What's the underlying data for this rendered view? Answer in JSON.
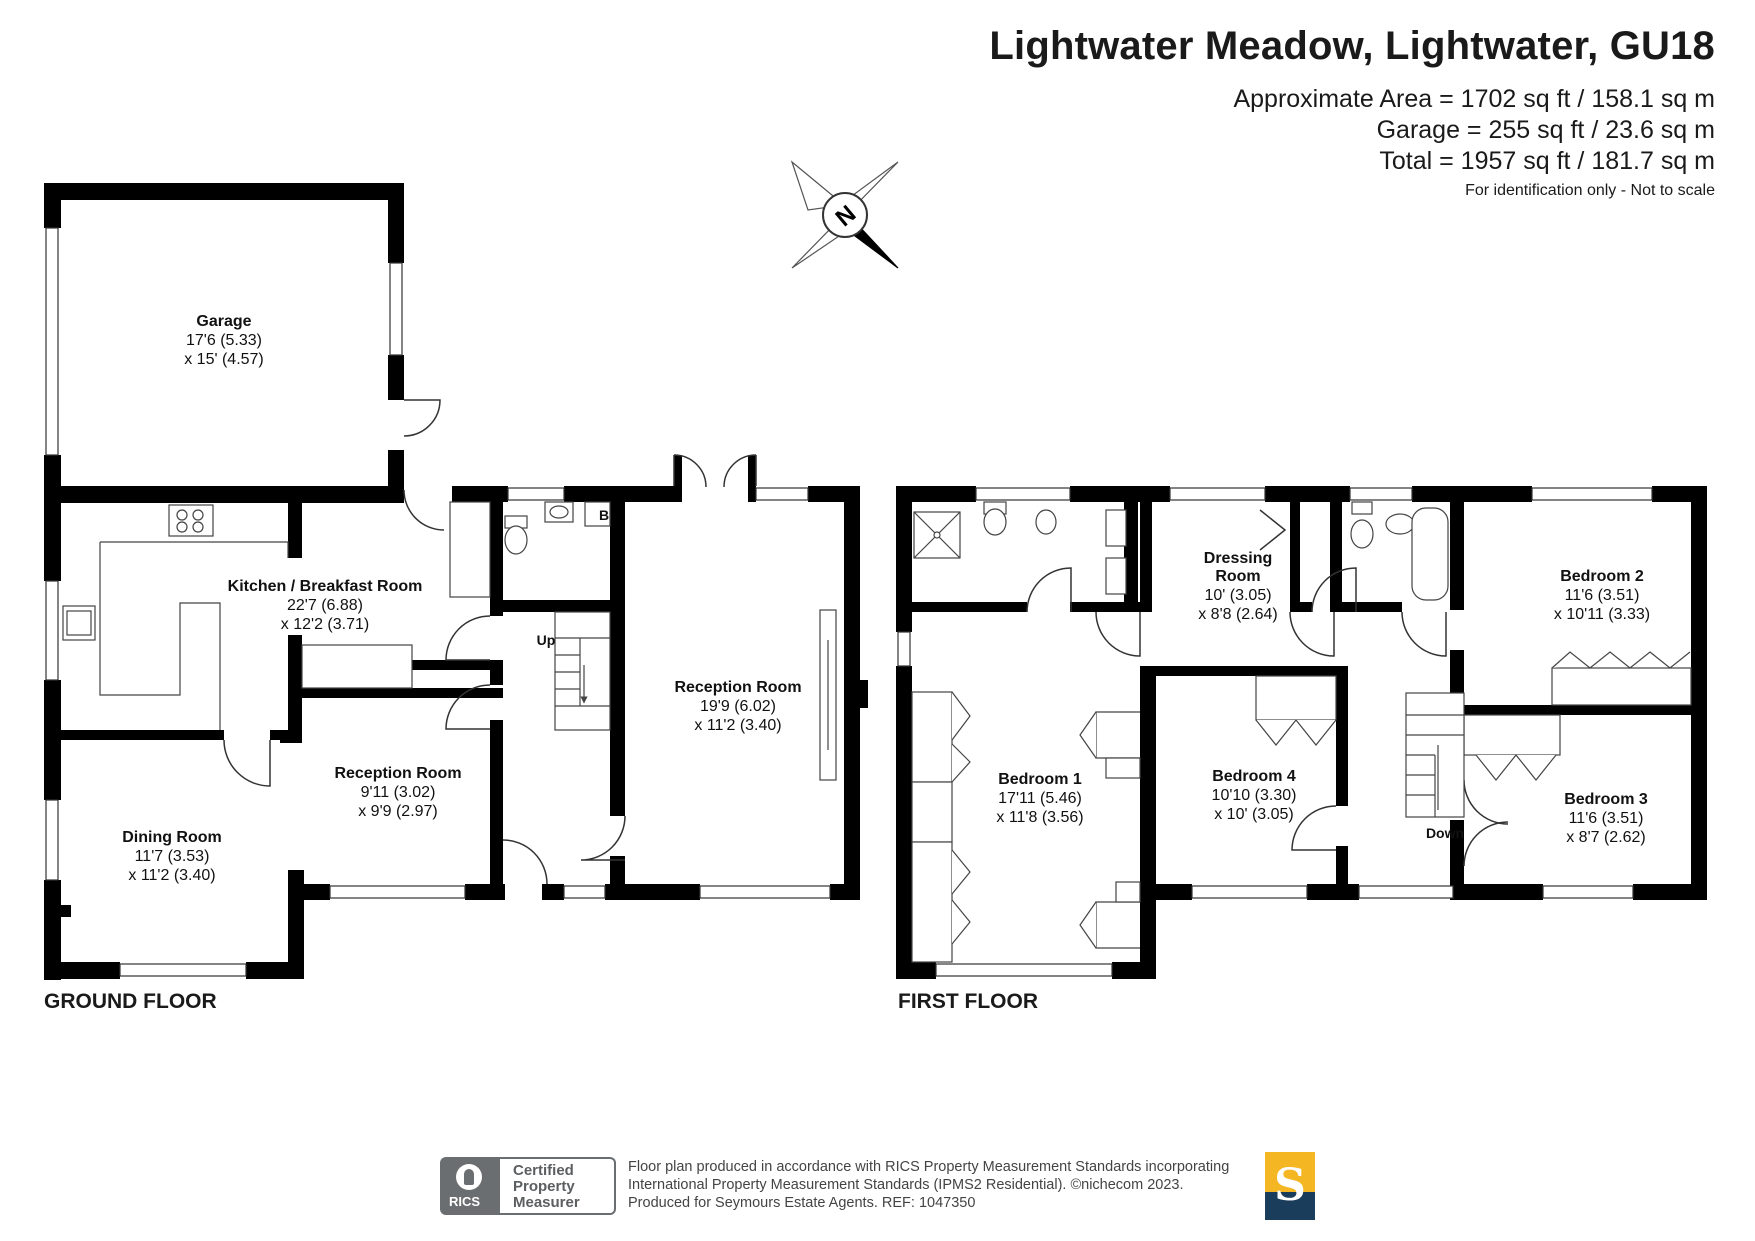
{
  "header": {
    "title": "Lightwater Meadow, Lightwater, GU18",
    "approx_area": "Approximate Area = 1702 sq ft / 158.1 sq m",
    "garage_area": "Garage = 255 sq ft / 23.6 sq m",
    "total_area": "Total = 1957 sq ft / 181.7 sq m",
    "disclaimer": "For identification only - Not to scale"
  },
  "compass": {
    "label": "N",
    "icon": "north-compass-icon"
  },
  "ground_floor": {
    "label": "GROUND FLOOR",
    "rooms": {
      "garage": {
        "name": "Garage",
        "dim1": "17'6 (5.33)",
        "dim2": "x 15' (4.57)"
      },
      "kitchen": {
        "name": "Kitchen / Breakfast Room",
        "dim1": "22'7 (6.88)",
        "dim2": "x 12'2 (3.71)"
      },
      "reception_large": {
        "name": "Reception Room",
        "dim1": "19'9 (6.02)",
        "dim2": "x 11'2 (3.40)"
      },
      "reception_small": {
        "name": "Reception Room",
        "dim1": "9'11 (3.02)",
        "dim2": "x 9'9 (2.97)"
      },
      "dining": {
        "name": "Dining Room",
        "dim1": "11'7 (3.53)",
        "dim2": "x 11'2 (3.40)"
      }
    },
    "stairs_label": "Up",
    "boiler_label": "B"
  },
  "first_floor": {
    "label": "FIRST FLOOR",
    "rooms": {
      "bedroom1": {
        "name": "Bedroom 1",
        "dim1": "17'11 (5.46)",
        "dim2": "x 11'8 (3.56)"
      },
      "dressing": {
        "name1": "Dressing",
        "name2": "Room",
        "dim1": "10' (3.05)",
        "dim2": "x 8'8 (2.64)"
      },
      "bedroom2": {
        "name": "Bedroom 2",
        "dim1": "11'6 (3.51)",
        "dim2": "x 10'11 (3.33)"
      },
      "bedroom3": {
        "name": "Bedroom 3",
        "dim1": "11'6 (3.51)",
        "dim2": "x 8'7 (2.62)"
      },
      "bedroom4": {
        "name": "Bedroom 4",
        "dim1": "10'10 (3.30)",
        "dim2": "x 10' (3.05)"
      }
    },
    "stairs_label": "Down"
  },
  "footer": {
    "rics_badge": {
      "org": "RICS",
      "line1": "Certified",
      "line2": "Property",
      "line3": "Measurer"
    },
    "line1": "Floor plan produced in accordance with RICS Property Measurement Standards incorporating",
    "line2": "International Property Measurement Standards (IPMS2 Residential).   ©nichecom 2023.",
    "line3": "Produced for Seymours Estate Agents.   REF:  1047350",
    "agent_logo_letter": "S",
    "colors": {
      "wall": "#000000",
      "rics_grey": "#6b6e70",
      "logo_yellow": "#f4b623",
      "logo_navy": "#1b3d5c"
    }
  }
}
